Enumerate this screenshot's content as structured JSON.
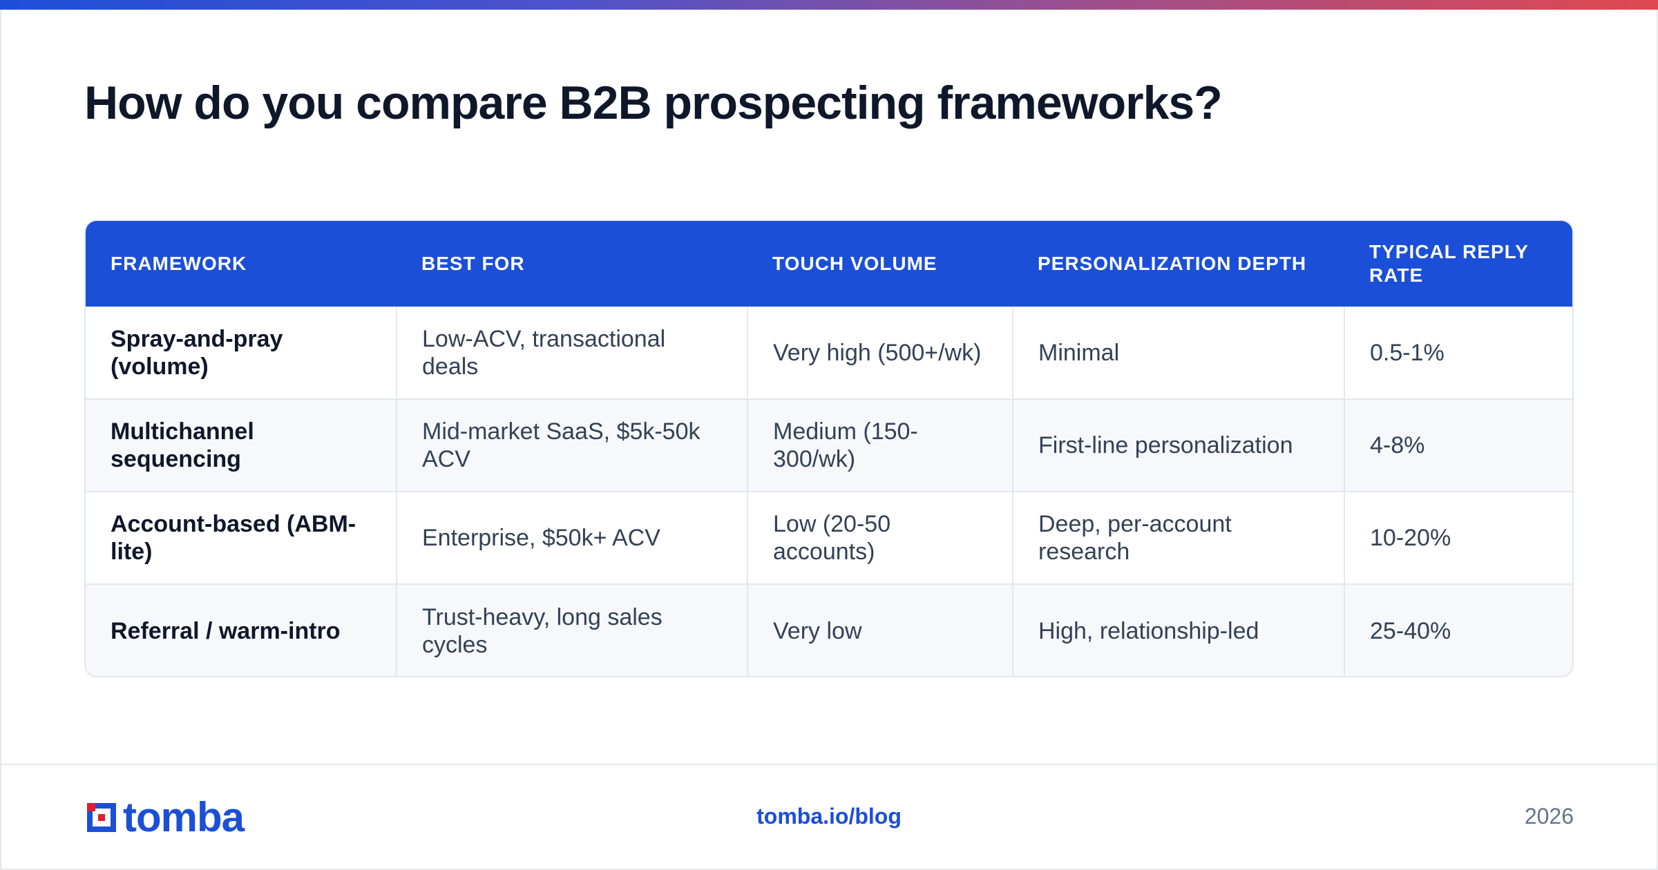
{
  "title": "How do you compare B2B prospecting frameworks?",
  "table": {
    "headers": [
      "FRAMEWORK",
      "BEST FOR",
      "TOUCH VOLUME",
      "PERSONALIZATION DEPTH",
      "TYPICAL REPLY RATE"
    ],
    "rows": [
      [
        "Spray-and-pray (volume)",
        "Low-ACV, transactional deals",
        "Very high (500+/wk)",
        "Minimal",
        "0.5-1%"
      ],
      [
        "Multichannel sequencing",
        "Mid-market SaaS, $5k-50k ACV",
        "Medium (150-300/wk)",
        "First-line personalization",
        "4-8%"
      ],
      [
        "Account-based (ABM-lite)",
        "Enterprise, $50k+ ACV",
        "Low (20-50 accounts)",
        "Deep, per-account research",
        "10-20%"
      ],
      [
        "Referral / warm-intro",
        "Trust-heavy, long sales cycles",
        "Very low",
        "High, relationship-led",
        "25-40%"
      ]
    ]
  },
  "footer": {
    "logo_text": "tomba",
    "link": "tomba.io/blog",
    "year": "2026"
  },
  "colors": {
    "accent": "#1b4fd8",
    "header_bg": "#1b4fd8",
    "title": "#0f172a",
    "gradient_start": "#1d4ed8",
    "gradient_end": "#e0484f",
    "logo_red": "#e11d2e"
  },
  "icons": {
    "logo": "tomba-logo-icon"
  }
}
